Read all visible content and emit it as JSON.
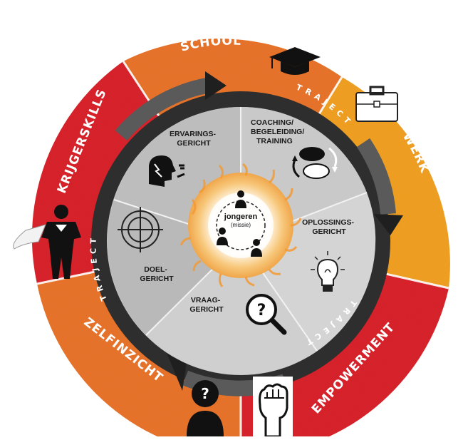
{
  "outer_ring": {
    "school": "SCHOOL",
    "werk": "WERK",
    "empowerment": "EMPOWERMENT",
    "zelfinzicht": "ZELFINZICHT",
    "krijgerskills": "KRIJGERSKILLS"
  },
  "traject_label": "TRAJECT",
  "inner_segments": {
    "ervaringsgericht": [
      "ERVARINGS-",
      "GERICHT"
    ],
    "coaching": [
      "COACHING/",
      "BEGELEIDING/",
      "TRAINING"
    ],
    "oplossingsgericht": [
      "OPLOSSINGS-",
      "GERICHT"
    ],
    "vraaggericht": [
      "VRAAG-",
      "GERICHT"
    ],
    "doelgericht": [
      "DOEL-",
      "GERICHT"
    ]
  },
  "center": {
    "main": "jongeren",
    "sub": "(missie)"
  },
  "colors": {
    "orange": "#E8742A",
    "red": "#D8232A",
    "amber": "#F0A020",
    "dark_ring": "#2e2e2e",
    "inner_gray": "#bdbdbd",
    "inner_light": "#d6d6d6"
  }
}
